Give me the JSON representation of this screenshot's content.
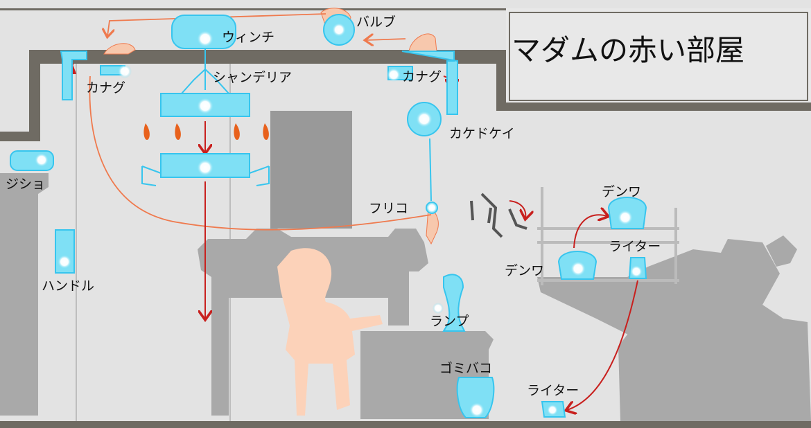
{
  "room_title": "マダムの赤い部屋",
  "objects": {
    "winch": "ウィンチ",
    "valve": "バルブ",
    "bracket_left": "カナグ",
    "bracket_right": "カナグ",
    "chandelier": "シャンデリア",
    "cuckoo_clock": "カケドケイ",
    "magnet": "ジショ",
    "pendulum": "フリコ",
    "handle": "ハンドル",
    "telephone_top": "デンワ",
    "telephone_bottom": "デンワ",
    "lighter_shelf": "ライター",
    "lighter_floor": "ライター",
    "lamp": "ランプ",
    "trash_can": "ゴミバコ"
  },
  "colors": {
    "background": "#e3e3e3",
    "wall_trim": "#6f6b63",
    "furniture": "#a9a9a9",
    "interactive_glow": "#7fe0f5",
    "interactive_outline": "#37c5ee",
    "rat_path": "#ef7a4e",
    "drop_arrow": "#c8201e",
    "flame": "#e8611c",
    "character": "#fcd2b9"
  }
}
